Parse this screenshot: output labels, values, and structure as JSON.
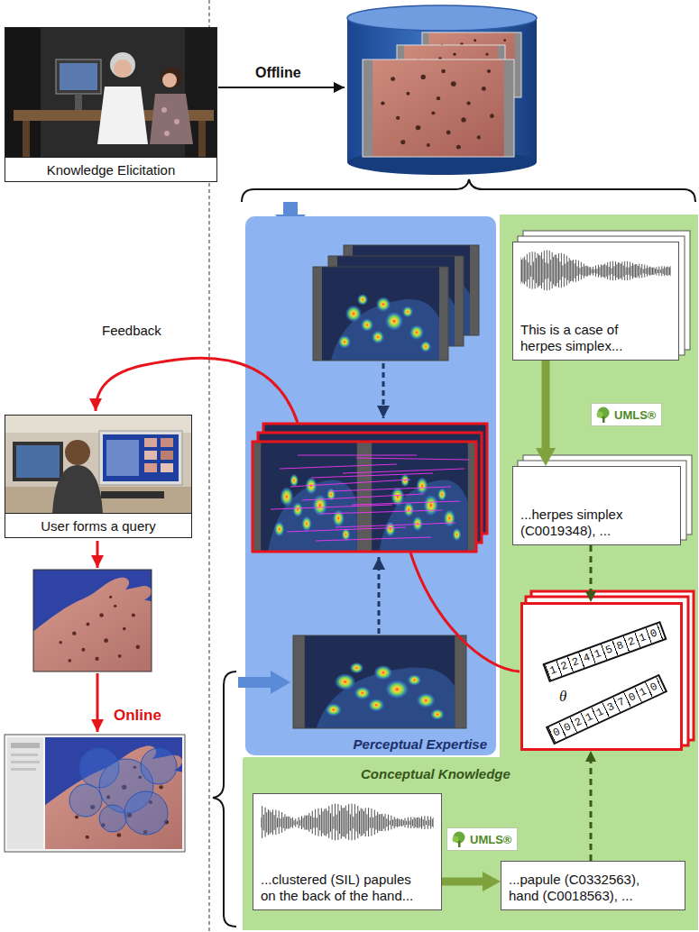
{
  "diagram": {
    "nodes": [
      {
        "text": [
          "Knowledge Elicitation"
        ]
      },
      {
        "text": [
          "User forms a query"
        ]
      },
      {
        "text": [
          "Perceptual Expertise"
        ]
      },
      {
        "text": [
          "Conceptual Knowledge"
        ]
      },
      {
        "text": [
          "This is a case of herpes simplex..."
        ],
        "in": 3
      },
      {
        "text": [
          "...herpes simplex (C0019348), ..."
        ],
        "in": 3
      },
      {
        "text": [
          "1224158210",
          "θ",
          "0021137010"
        ],
        "in": 3
      },
      {
        "text": [
          "...clustered (SIL) papules on the back of the hand..."
        ],
        "in": 3
      },
      {
        "text": [
          "...papule (C0332563), hand (C0018563), ..."
        ],
        "in": 3
      }
    ],
    "edges": [
      {
        "from": 4,
        "to": 5,
        "arrow": "to"
      },
      {
        "from": 5,
        "to": 6,
        "arrow": "to"
      },
      {
        "from": 7,
        "to": 8,
        "arrow": "to"
      },
      {
        "from": 8,
        "to": 6,
        "arrow": "to"
      }
    ],
    "labels": [
      "Offline",
      "Feedback",
      "Online",
      "UMLS®",
      "UMLS®"
    ]
  }
}
